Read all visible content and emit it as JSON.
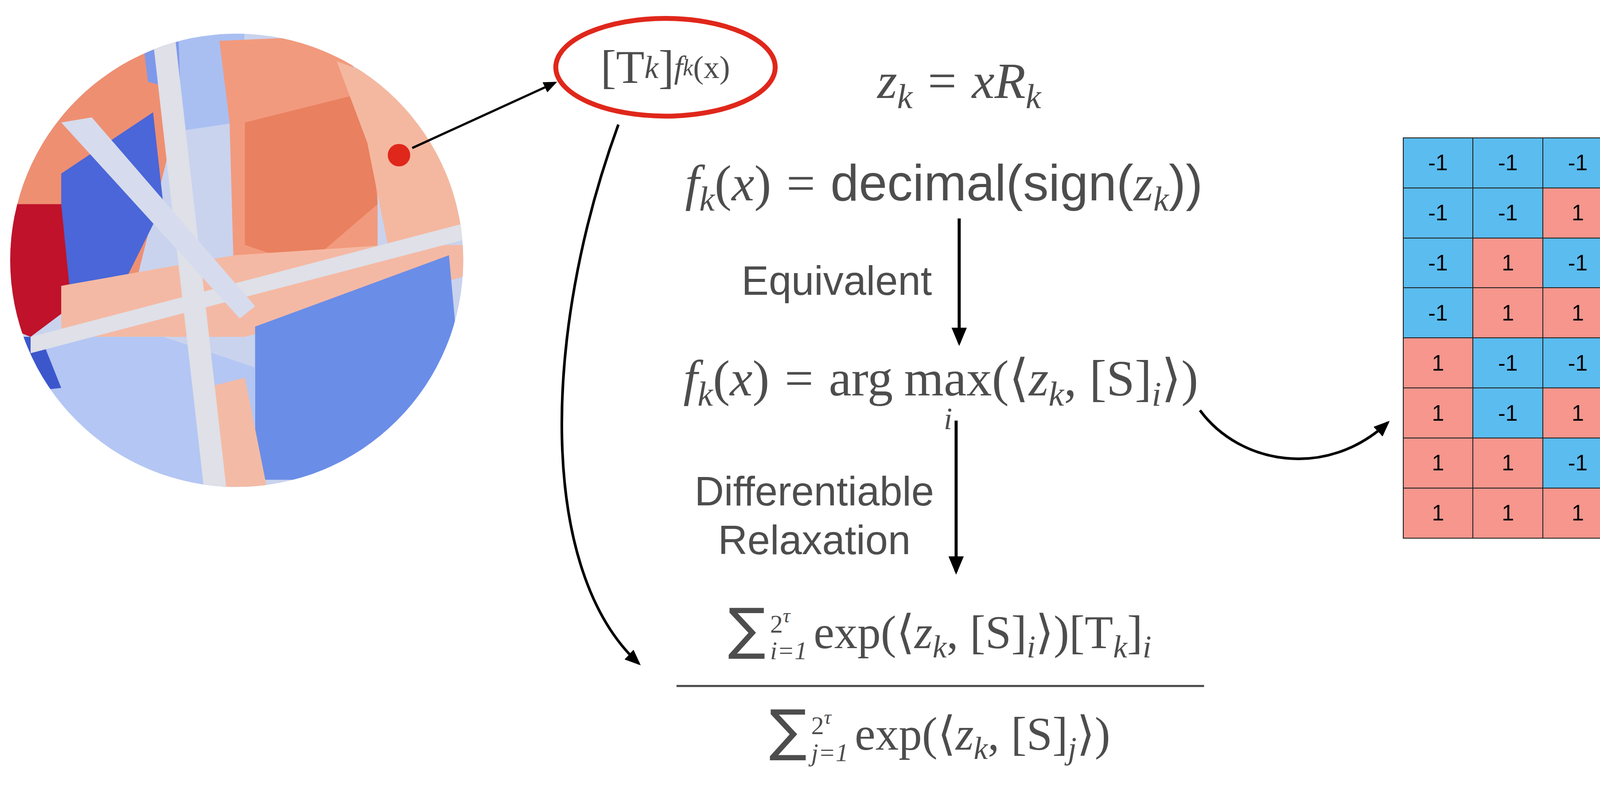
{
  "diagram": {
    "nodes": [
      {
        "text": [
          "[T",
          "k",
          "]",
          "f",
          "k",
          "(x)"
        ]
      }
    ],
    "labels": [
      "z",
      "k",
      "=",
      "xR",
      "k",
      "f",
      "k",
      "(",
      "x",
      ")",
      "=",
      "decimal(sign(",
      "z",
      "k",
      "))",
      "Equivalent",
      "f",
      "k",
      "(",
      "x",
      ")",
      "=",
      "arg",
      "max",
      "i",
      "(⟨",
      "z",
      "k",
      ", [S]",
      "i",
      "⟩)",
      "Differentiable Relaxation",
      "∑",
      "2",
      "τ",
      "i=1",
      "exp(⟨",
      "z",
      "k",
      ", [S]",
      "i",
      "⟩)[T",
      "k",
      "]",
      "i",
      "∑",
      "2",
      "τ",
      "j=1",
      "exp(⟨",
      "z",
      "k",
      ", [S]",
      "j",
      "⟩)",
      "-1",
      "-1",
      "-1",
      "-1",
      "-1",
      "1",
      "-1",
      "1",
      "-1",
      "-1",
      "1",
      "1",
      "1",
      "-1",
      "-1",
      "1",
      "-1",
      "1",
      "1",
      "1",
      "-1",
      "1",
      "1",
      "1"
    ]
  }
}
